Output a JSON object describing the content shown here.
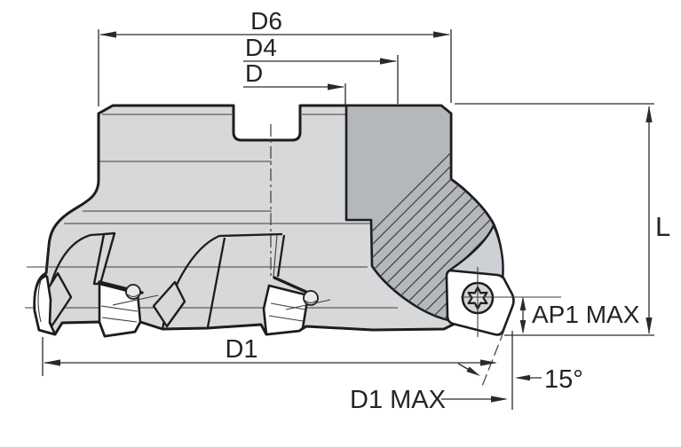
{
  "drawing": {
    "type": "technical-dimension-drawing",
    "subject": "indexable face mill cutter, side cross-section view",
    "labels": {
      "d6": "D6",
      "d4": "D4",
      "d": "D",
      "l": "L",
      "ap1_max": "AP1 MAX",
      "d1": "D1",
      "d1_max": "D1 MAX",
      "lead_angle": "15°"
    },
    "icons": {
      "torx_screw": "torx-screw-icon",
      "side_screw": "screw-head-side-icon"
    },
    "colors": {
      "background": "#ffffff",
      "body": "#d7d8da",
      "hatch_fill": "#b4b7bb",
      "pocket_face": "#cdd0d4",
      "insert": "#ffffff",
      "outline": "#1d1d1d",
      "thin_line": "#3c3c3c",
      "dimension_line": "#2a2a2a",
      "hatch_line": "#3b3e42",
      "text": "#242424"
    }
  }
}
